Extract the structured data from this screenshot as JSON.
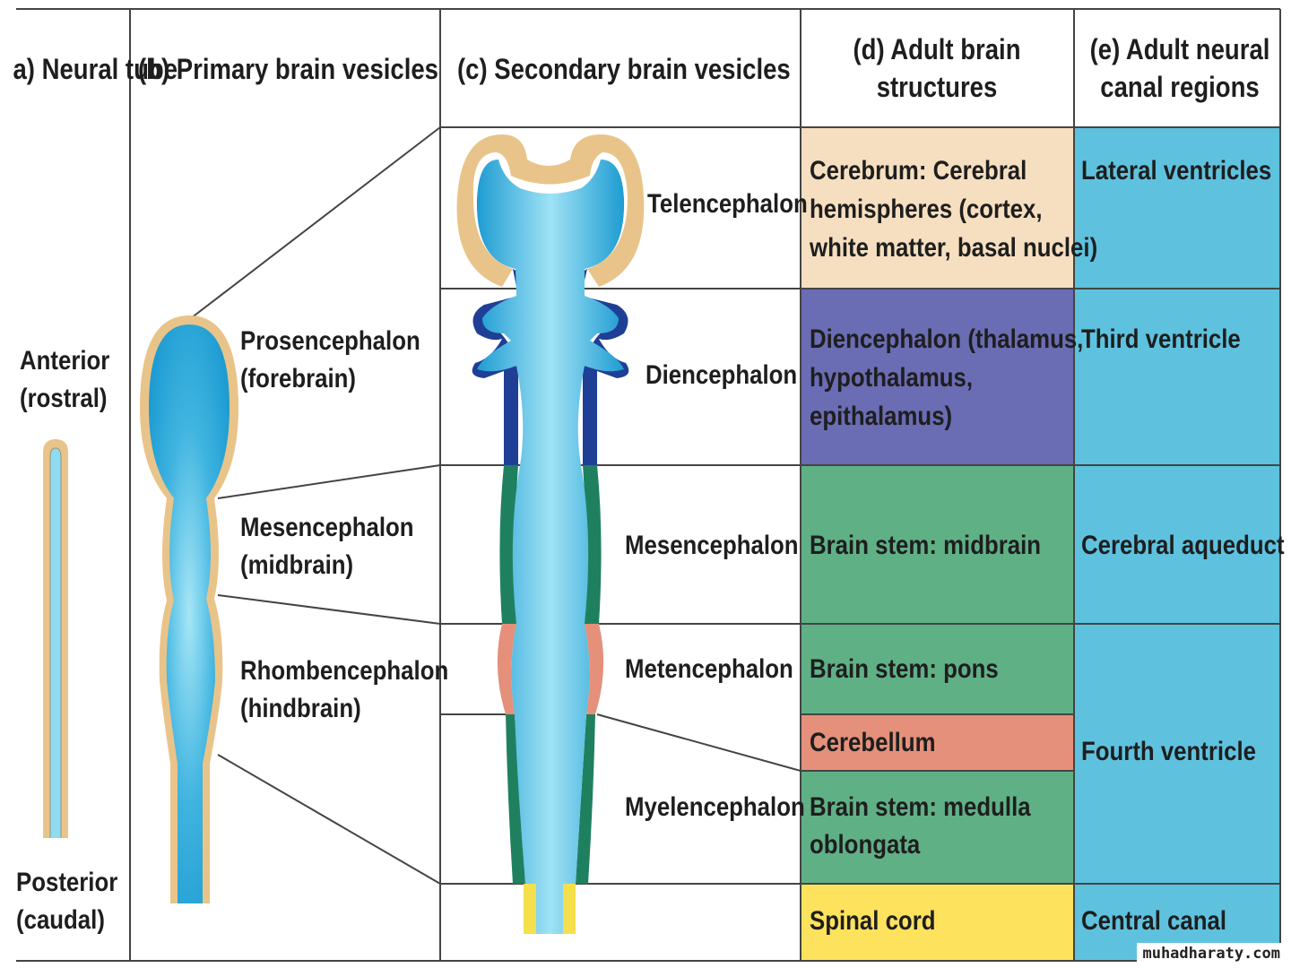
{
  "headers": {
    "a": "a) Neural tube",
    "b": "(b) Primary brain vesicles",
    "c": "(c) Secondary brain vesicles",
    "d": "(d) Adult brain structures",
    "e": "(e) Adult neural canal regions"
  },
  "orientation": {
    "anterior": "Anterior",
    "anterior_sub": "(rostral)",
    "posterior": "Posterior",
    "posterior_sub": "(caudal)"
  },
  "primary": [
    {
      "name": "Prosencephalon",
      "sub": "(forebrain)"
    },
    {
      "name": "Mesencephalon",
      "sub": "(midbrain)"
    },
    {
      "name": "Rhombencephalon",
      "sub": "(hindbrain)"
    }
  ],
  "secondary": [
    "Telencephalon",
    "Diencephalon",
    "Mesencephalon",
    "Metencephalon",
    "Myelencephalon"
  ],
  "adult_structures": [
    {
      "lines": [
        "Cerebrum: Cerebral",
        "hemispheres (cortex,",
        "white matter, basal nuclei)"
      ],
      "color": "#f6dfc0"
    },
    {
      "lines": [
        "Diencephalon (thalamus,",
        "hypothalamus,",
        "epithalamus)"
      ],
      "color": "#6a6cb4"
    },
    {
      "lines": [
        "Brain stem: midbrain"
      ],
      "color": "#60b086"
    },
    {
      "lines": [
        "Brain stem: pons"
      ],
      "color": "#60b086"
    },
    {
      "lines": [
        "Cerebellum"
      ],
      "color": "#e5907a"
    },
    {
      "lines": [
        "Brain stem: medulla",
        "oblongata"
      ],
      "color": "#60b086"
    },
    {
      "lines": [
        "Spinal cord"
      ],
      "color": "#fde25e"
    }
  ],
  "canal_regions": [
    "Lateral ventricles",
    "Third ventricle",
    "Cerebral aqueduct",
    "Fourth ventricle",
    "Central canal"
  ],
  "canal_color": "#5ec2df",
  "colors": {
    "tube_wall": "#e9c48a",
    "lumen": "#29a7d9",
    "lumen_light": "#8fdcf2",
    "diencephalon_wall": "#1f3f96",
    "brainstem_wall": "#1f8060",
    "cerebellum_wall": "#e5907a",
    "spinal_wall": "#f4e04c"
  },
  "watermark": "muhadharaty.com"
}
